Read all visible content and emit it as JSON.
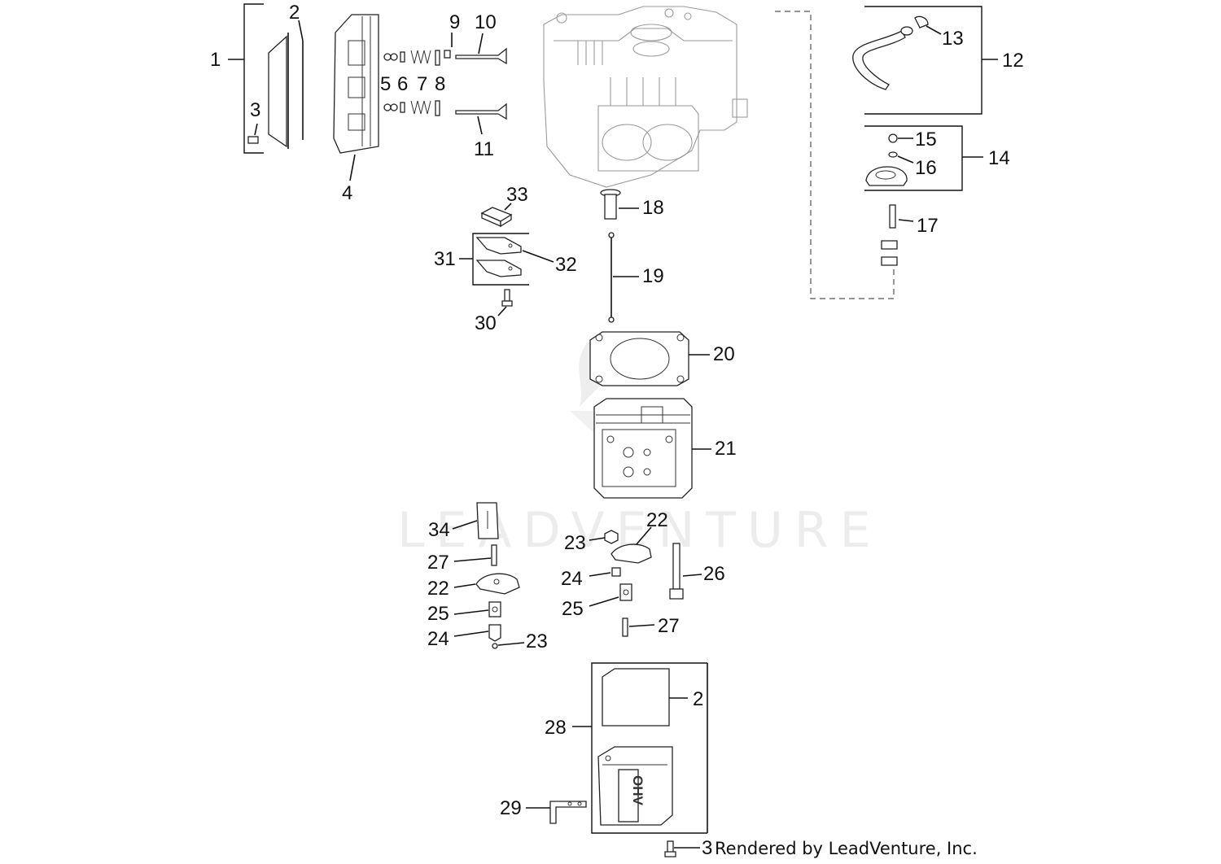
{
  "diagram": {
    "watermark": "LEADVENTURE",
    "credit": "Rendered by LeadVenture, Inc.",
    "callouts": {
      "c1": "1",
      "c2": "2",
      "c3": "3",
      "c4": "4",
      "c5": "5",
      "c6": "6",
      "c7": "7",
      "c8": "8",
      "c9": "9",
      "c10": "10",
      "c11": "11",
      "c12": "12",
      "c13": "13",
      "c14": "14",
      "c15": "15",
      "c16": "16",
      "c17": "17",
      "c18": "18",
      "c19": "19",
      "c20": "20",
      "c21": "21",
      "c22a": "22",
      "c23a": "23",
      "c24a": "24",
      "c25a": "25",
      "c26": "26",
      "c27a": "27",
      "c34": "34",
      "c27b": "27",
      "c22b": "22",
      "c25b": "25",
      "c24b": "24",
      "c23b": "23",
      "c30": "30",
      "c31": "31",
      "c32": "32",
      "c33": "33",
      "c28": "28",
      "c2b": "2",
      "c29": "29",
      "c3b": "3"
    },
    "cover_logo_text": "OHV"
  }
}
